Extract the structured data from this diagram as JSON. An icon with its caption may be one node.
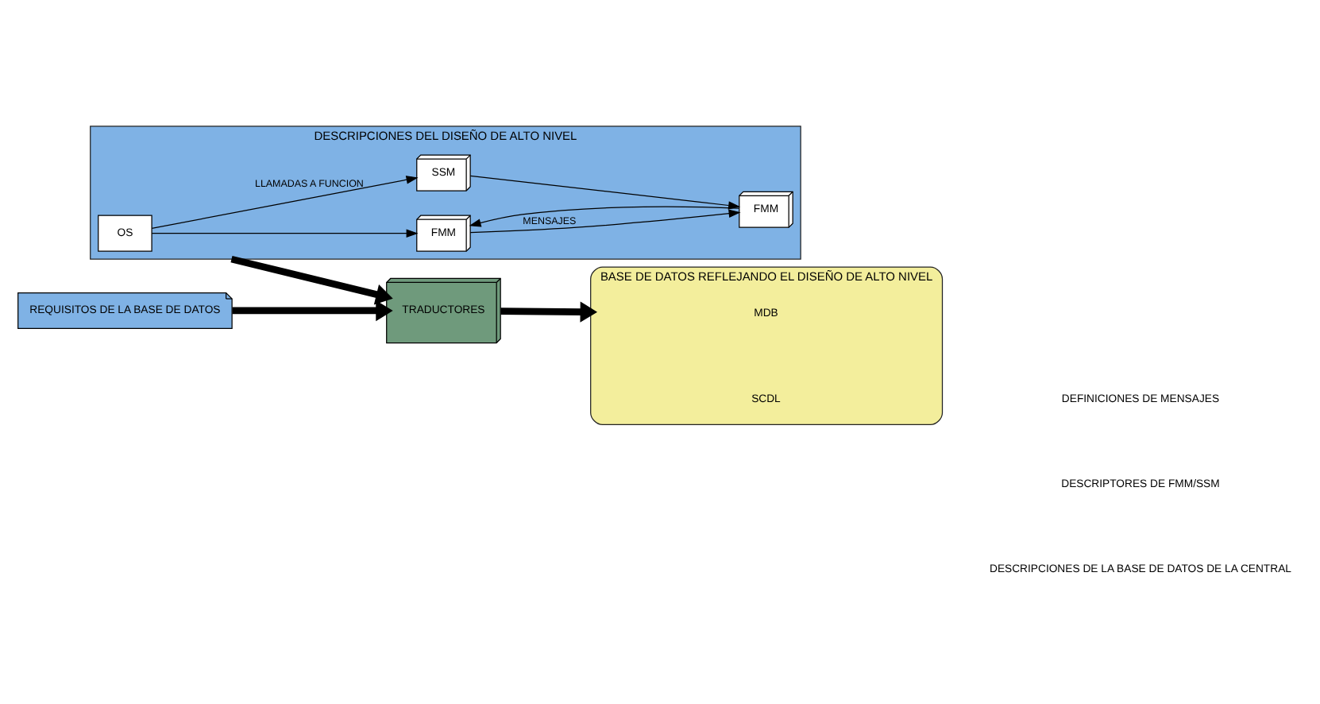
{
  "diagram": {
    "nodes": [
      {
        "text": [
          "DESCRIPCIONES DEL DISEÑO DE ALTO NIVEL"
        ]
      },
      {
        "text": [
          "FMM"
        ],
        "in": 0
      },
      {
        "text": [
          "FMM"
        ],
        "in": 0
      },
      {
        "text": [
          "SSM"
        ],
        "in": 0
      },
      {
        "text": [
          "OS"
        ],
        "in": 0
      },
      {
        "text": [
          "REQUISITOS DE LA BASE DE DATOS"
        ]
      },
      {
        "text": [
          "TRADUCTORES"
        ]
      },
      {
        "text": [
          "BASE DE DATOS REFLEJANDO EL DISEÑO DE ALTO NIVEL"
        ]
      },
      {
        "text": [
          "MDB"
        ],
        "in": 7
      },
      {
        "text": [
          "SCDL"
        ],
        "in": 7
      }
    ],
    "edges": [
      {
        "from": 1,
        "to": 2,
        "arrow": "to",
        "label": "MENSAJES"
      },
      {
        "from": 2,
        "to": 1,
        "arrow": "to"
      },
      {
        "from": 4,
        "to": 1,
        "arrow": "to"
      },
      {
        "from": 4,
        "to": 3,
        "arrow": "to",
        "label": "LLAMADAS A FUNCION"
      },
      {
        "from": 3,
        "to": 2,
        "arrow": "to"
      },
      {
        "from": 0,
        "to": 6,
        "arrow": "to",
        "style": "thick"
      },
      {
        "from": 5,
        "to": 6,
        "arrow": "to",
        "style": "thick"
      },
      {
        "from": 6,
        "to": 7,
        "arrow": "to",
        "style": "thick"
      }
    ],
    "labels": [
      "DEFINICIONES DE MENSAJES",
      "DESCRIPTORES DE FMM/SSM",
      "DESCRIPCIONES DE LA BASE DE DATOS DE LA CENTRAL"
    ]
  }
}
